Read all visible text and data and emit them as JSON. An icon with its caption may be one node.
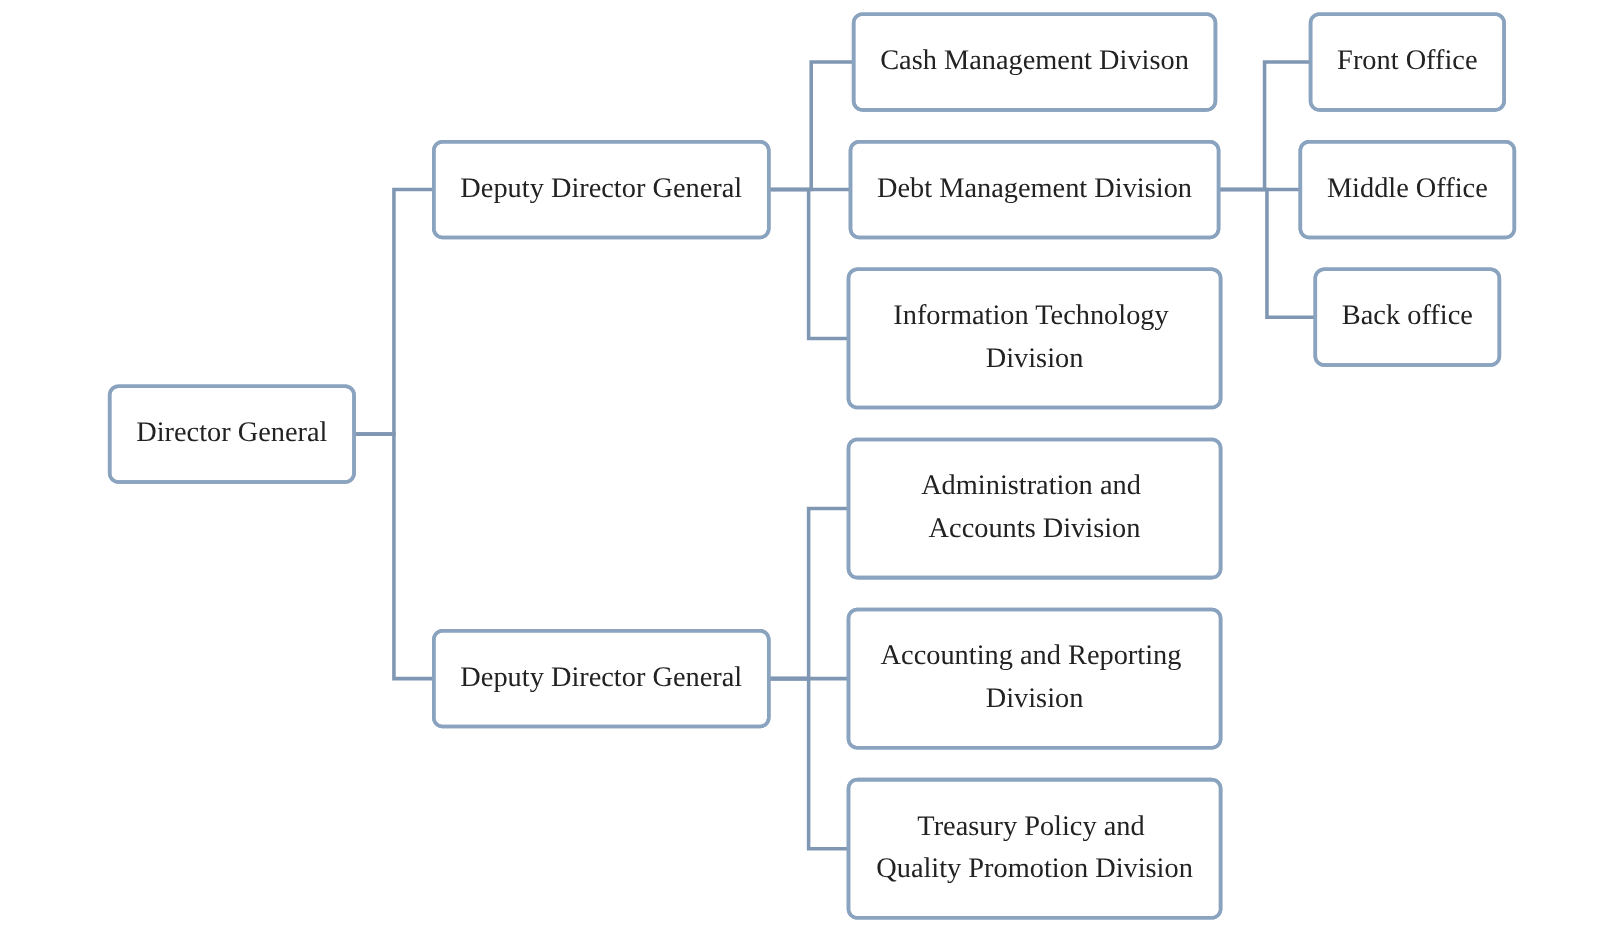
{
  "diagram": {
    "nodes": [
      {
        "text": [
          "Director General"
        ]
      },
      {
        "text": [
          "Deputy Director General"
        ]
      },
      {
        "text": [
          "Cash Management Divison"
        ]
      },
      {
        "text": [
          "Debt Management Division"
        ]
      },
      {
        "text": [
          "Information Technology Division"
        ]
      },
      {
        "text": [
          "Front Office"
        ]
      },
      {
        "text": [
          "Middle Office"
        ]
      },
      {
        "text": [
          "Back office"
        ]
      },
      {
        "text": [
          "Deputy Director General"
        ]
      },
      {
        "text": [
          "Administration and Accounts Division"
        ]
      },
      {
        "text": [
          "Accounting and Reporting Division"
        ]
      },
      {
        "text": [
          "Treasury Policy and Quality Promotion Division"
        ]
      }
    ],
    "edges": [
      {
        "from": 0,
        "to": 1,
        "arrow": "none"
      },
      {
        "from": 0,
        "to": 8,
        "arrow": "none"
      },
      {
        "from": 1,
        "to": 2,
        "arrow": "none"
      },
      {
        "from": 1,
        "to": 3,
        "arrow": "none"
      },
      {
        "from": 1,
        "to": 4,
        "arrow": "none"
      },
      {
        "from": 3,
        "to": 5,
        "arrow": "none"
      },
      {
        "from": 3,
        "to": 6,
        "arrow": "none"
      },
      {
        "from": 3,
        "to": 7,
        "arrow": "none"
      },
      {
        "from": 8,
        "to": 9,
        "arrow": "none"
      },
      {
        "from": 8,
        "to": 10,
        "arrow": "none"
      },
      {
        "from": 8,
        "to": 11,
        "arrow": "none"
      }
    ]
  }
}
